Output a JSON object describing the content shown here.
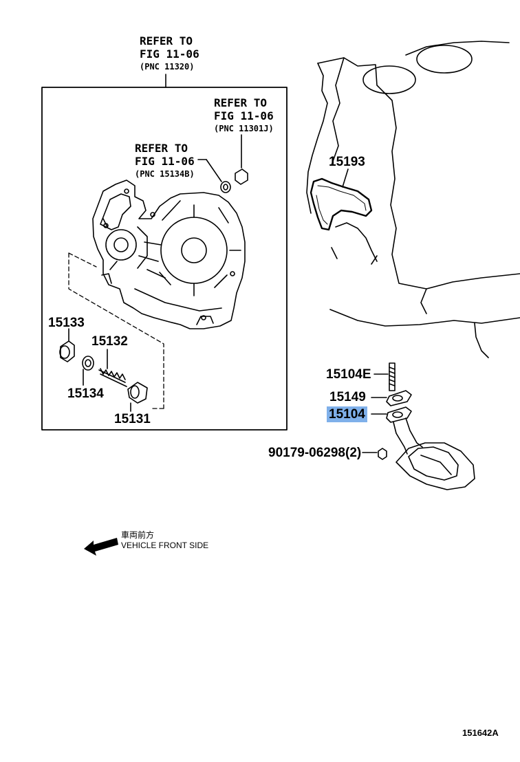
{
  "references": [
    {
      "line1": "REFER TO",
      "line2": "FIG 11-06",
      "pnc": "(PNC 11320)"
    },
    {
      "line1": "REFER TO",
      "line2": "FIG 11-06",
      "pnc": "(PNC 11301J)"
    },
    {
      "line1": "REFER TO",
      "line2": "FIG 11-06",
      "pnc": "(PNC 15134B)"
    }
  ],
  "parts": {
    "p15133": "15133",
    "p15132": "15132",
    "p15134": "15134",
    "p15131": "15131",
    "p15193": "15193",
    "p15104E": "15104E",
    "p15149": "15149",
    "p15104": "15104",
    "p90179": "90179-06298(2)"
  },
  "highlight_part": "15104",
  "highlight_color": "#7fb0ea",
  "direction": {
    "japanese": "車両前方",
    "english": "VEHICLE FRONT SIDE",
    "icon": "arrow-left-icon"
  },
  "illustration_code": "151642A"
}
